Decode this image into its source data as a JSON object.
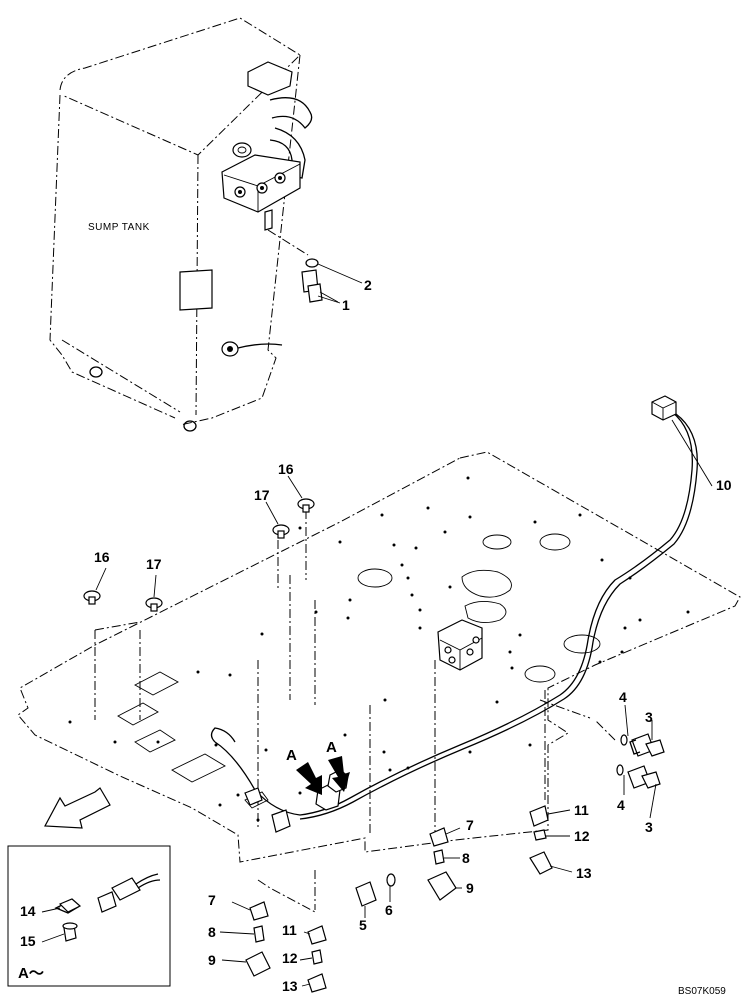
{
  "diagram": {
    "tank_label": "SUMP TANK",
    "drawing_code": "BS07K059",
    "detail_label": "A～",
    "view_marker_label": "A",
    "parts": [
      {
        "id": "p1",
        "number": "1"
      },
      {
        "id": "p2",
        "number": "2"
      },
      {
        "id": "p3a",
        "number": "3"
      },
      {
        "id": "p3b",
        "number": "3"
      },
      {
        "id": "p4a",
        "number": "4"
      },
      {
        "id": "p4b",
        "number": "4"
      },
      {
        "id": "p5",
        "number": "5"
      },
      {
        "id": "p6",
        "number": "6"
      },
      {
        "id": "p7a",
        "number": "7"
      },
      {
        "id": "p7b",
        "number": "7"
      },
      {
        "id": "p8a",
        "number": "8"
      },
      {
        "id": "p8b",
        "number": "8"
      },
      {
        "id": "p9a",
        "number": "9"
      },
      {
        "id": "p9b",
        "number": "9"
      },
      {
        "id": "p10",
        "number": "10"
      },
      {
        "id": "p11a",
        "number": "11"
      },
      {
        "id": "p11b",
        "number": "11"
      },
      {
        "id": "p12a",
        "number": "12"
      },
      {
        "id": "p12b",
        "number": "12"
      },
      {
        "id": "p13a",
        "number": "13"
      },
      {
        "id": "p13b",
        "number": "13"
      },
      {
        "id": "p14",
        "number": "14"
      },
      {
        "id": "p15",
        "number": "15"
      },
      {
        "id": "p16a",
        "number": "16"
      },
      {
        "id": "p16b",
        "number": "16"
      },
      {
        "id": "p17a",
        "number": "17"
      },
      {
        "id": "p17b",
        "number": "17"
      }
    ]
  }
}
